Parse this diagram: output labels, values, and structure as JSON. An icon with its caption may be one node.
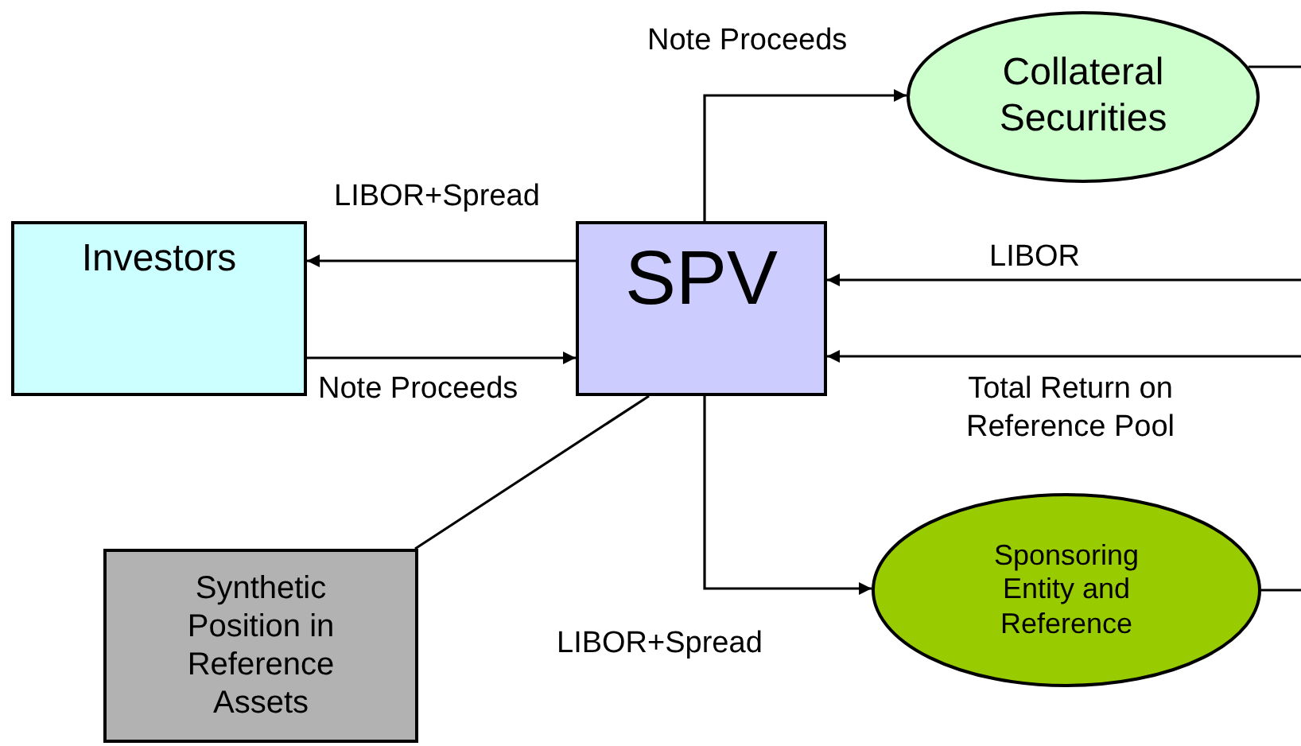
{
  "diagram": {
    "nodes": [
      {
        "text": [
          "Collateral Securities"
        ]
      },
      {
        "text": [
          "Investors"
        ]
      },
      {
        "text": [
          "SPV"
        ]
      },
      {
        "text": [
          "Sponsoring Entity and Reference"
        ]
      },
      {
        "text": [
          "Synthetic Position in Reference Assets"
        ]
      }
    ],
    "edges": [
      {
        "from": 2,
        "to": 0,
        "arrow": "to",
        "label": "Note Proceeds"
      },
      {
        "from": 0,
        "to": null,
        "arrow": "none"
      },
      {
        "from": 2,
        "to": 1,
        "arrow": "to",
        "label": "LIBOR+Spread"
      },
      {
        "from": null,
        "to": 2,
        "arrow": "to",
        "label": "LIBOR"
      },
      {
        "from": 1,
        "to": 2,
        "arrow": "to",
        "label": "Note Proceeds"
      },
      {
        "from": null,
        "to": 2,
        "arrow": "to",
        "label": "Total Return on Reference Pool"
      },
      {
        "from": 2,
        "to": 4,
        "arrow": "none"
      },
      {
        "from": 2,
        "to": 3,
        "arrow": "to",
        "label": "LIBOR+Spread"
      },
      {
        "from": 3,
        "to": null,
        "arrow": "none"
      }
    ]
  }
}
